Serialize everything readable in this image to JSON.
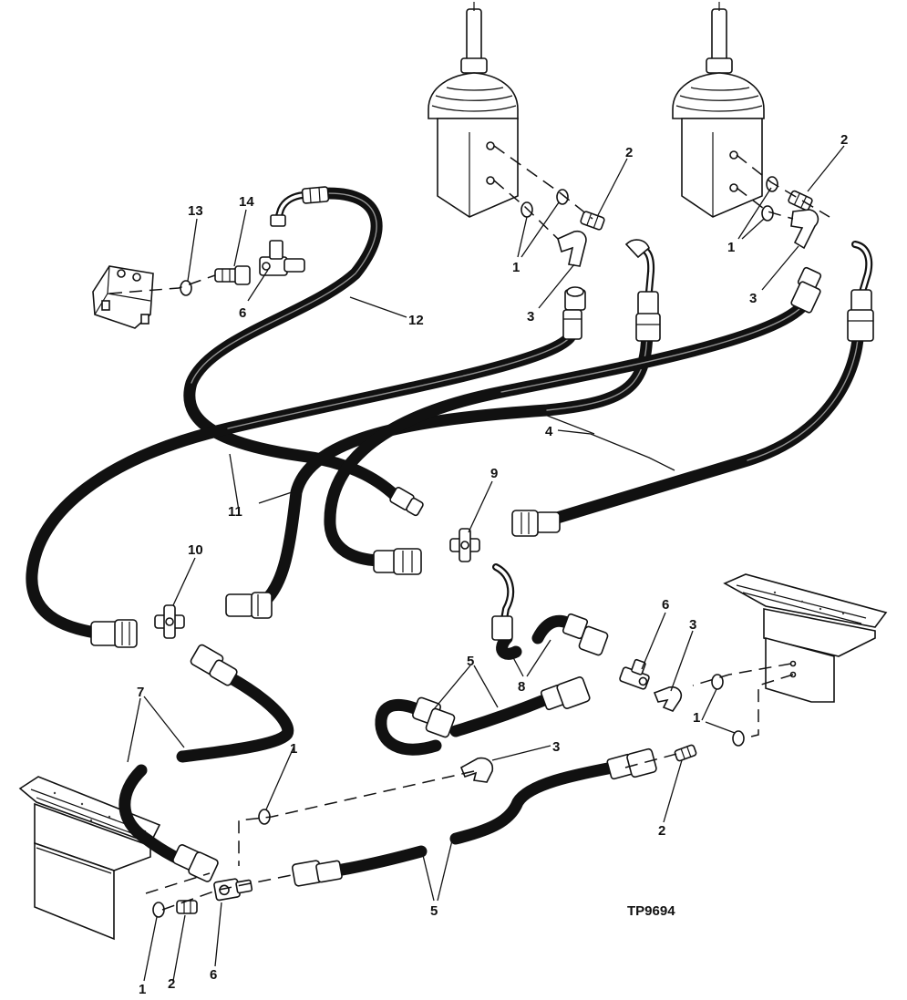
{
  "figure_id": "TP9694",
  "callouts": {
    "c1a": "1",
    "c1b": "1",
    "c1c": "1",
    "c1d": "1",
    "c1e": "1",
    "c2a": "2",
    "c2b": "2",
    "c2c": "2",
    "c2d": "2",
    "c3a": "3",
    "c3b": "3",
    "c3c": "3",
    "c3d": "3",
    "c4": "4",
    "c5a": "5",
    "c5b": "5",
    "c6a": "6",
    "c6b": "6",
    "c6c": "6",
    "c7": "7",
    "c8": "8",
    "c9": "9",
    "c10": "10",
    "c11": "11",
    "c12": "12",
    "c13": "13",
    "c14": "14"
  }
}
